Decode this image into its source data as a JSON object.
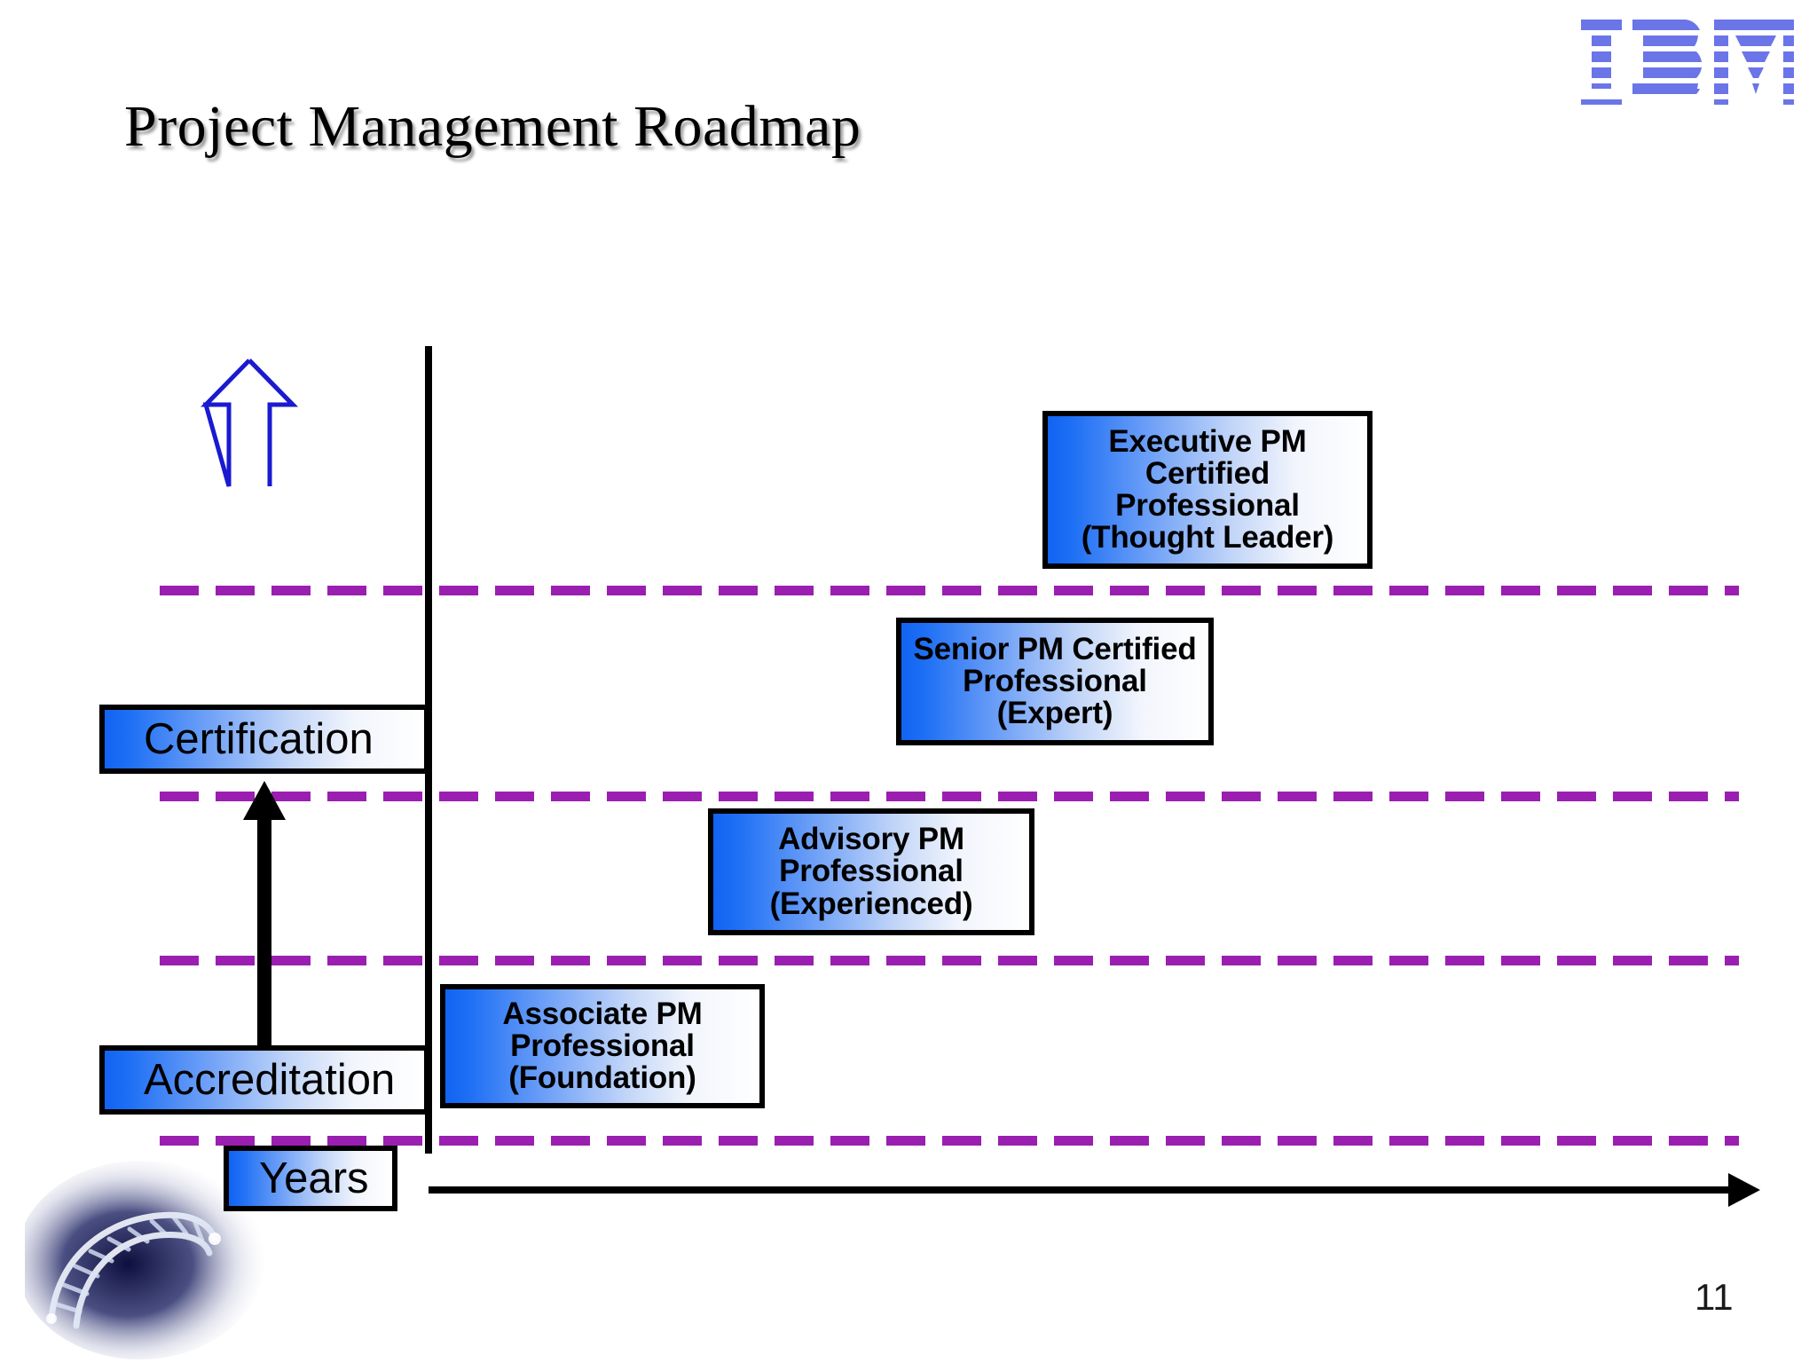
{
  "slide": {
    "title": "Project Management Roadmap",
    "page_number": "11",
    "brand_logo": "IBM",
    "background_color": "#ffffff"
  },
  "colors": {
    "band_line": "#9a1fb0",
    "box_gradient_start": "#1163f2",
    "box_gradient_end": "#ffffff",
    "box_border": "#000000",
    "growth_arrow": "#1a1ad0",
    "logo": "#6b75e8",
    "axis": "#000000"
  },
  "axes": {
    "vertical_label": "Certification",
    "horizontal_label": "Years"
  },
  "side_labels": [
    {
      "id": "certification",
      "text": "Certification"
    },
    {
      "id": "accreditation",
      "text": "Accreditation"
    },
    {
      "id": "years",
      "text": "Years"
    }
  ],
  "stages": [
    {
      "id": "executive-pm",
      "lines": [
        "Executive PM",
        "Certified",
        "Professional",
        "(Thought Leader)"
      ],
      "level": "Thought Leader"
    },
    {
      "id": "senior-pm",
      "lines": [
        "Senior PM Certified",
        "Professional",
        "(Expert)"
      ],
      "level": "Expert"
    },
    {
      "id": "advisory-pm",
      "lines": [
        "Advisory PM",
        "Professional",
        "(Experienced)"
      ],
      "level": "Experienced"
    },
    {
      "id": "associate-pm",
      "lines": [
        "Associate PM",
        "Professional",
        "(Foundation)"
      ],
      "level": "Foundation"
    }
  ],
  "icons": {
    "growth_arrow": "arrow-up-outline-icon",
    "progress_arrow": "arrow-up-solid-icon",
    "timeline_arrow": "arrow-right-icon",
    "decoration": "dna-helix-icon"
  }
}
